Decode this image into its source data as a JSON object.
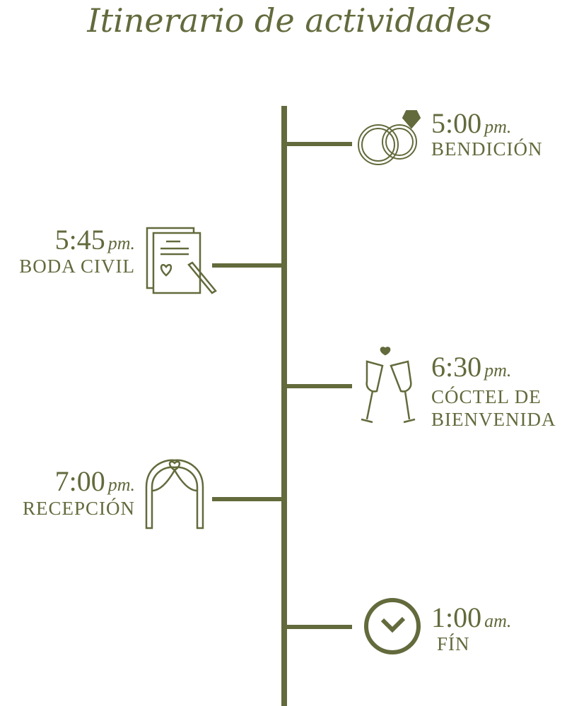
{
  "title": "Itinerario de actividades",
  "events": [
    {
      "time": "5:00",
      "suffix": "pm.",
      "label": "BENDICIÓN",
      "icon": "wedding-rings-icon"
    },
    {
      "time": "5:45",
      "suffix": "pm.",
      "label": "BODA CIVIL",
      "icon": "marriage-certificate-icon"
    },
    {
      "time": "6:30",
      "suffix": "pm.",
      "label": "CÓCTEL DE",
      "label2": "BIENVENIDA",
      "icon": "champagne-toast-icon"
    },
    {
      "time": "7:00",
      "suffix": "pm.",
      "label": "RECEPCIÓN",
      "icon": "wedding-arch-icon"
    },
    {
      "time": "1:00",
      "suffix": "am.",
      "label": "FÍN",
      "icon": "clock-icon"
    }
  ],
  "colors": {
    "accent": "#636a3c"
  }
}
